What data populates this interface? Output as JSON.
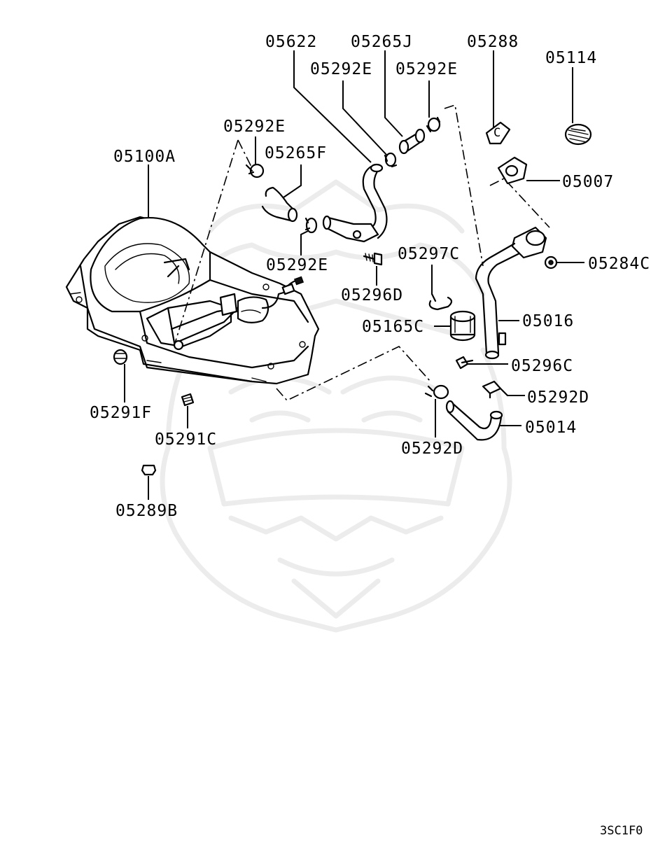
{
  "diagram": {
    "parts": [
      {
        "id": "05622",
        "label": "05622"
      },
      {
        "id": "05265J",
        "label": "05265J"
      },
      {
        "id": "05288",
        "label": "05288"
      },
      {
        "id": "05114",
        "label": "05114"
      },
      {
        "id": "05292E_a",
        "label": "05292E"
      },
      {
        "id": "05292E_b",
        "label": "05292E"
      },
      {
        "id": "05292E_c",
        "label": "05292E"
      },
      {
        "id": "05292E_d",
        "label": "05292E"
      },
      {
        "id": "05100A",
        "label": "05100A"
      },
      {
        "id": "05265F",
        "label": "05265F"
      },
      {
        "id": "05007",
        "label": "05007"
      },
      {
        "id": "05297C",
        "label": "05297C"
      },
      {
        "id": "05284C",
        "label": "05284C"
      },
      {
        "id": "05296D",
        "label": "05296D"
      },
      {
        "id": "05016",
        "label": "05016"
      },
      {
        "id": "05165C",
        "label": "05165C"
      },
      {
        "id": "05296C",
        "label": "05296C"
      },
      {
        "id": "05292D_a",
        "label": "05292D"
      },
      {
        "id": "05291F",
        "label": "05291F"
      },
      {
        "id": "05014",
        "label": "05014"
      },
      {
        "id": "05292D_b",
        "label": "05292D"
      },
      {
        "id": "05291C",
        "label": "05291C"
      },
      {
        "id": "05289B",
        "label": "05289B"
      }
    ],
    "diagram_code": "3SC1F0",
    "part_05288_mark": "C"
  }
}
